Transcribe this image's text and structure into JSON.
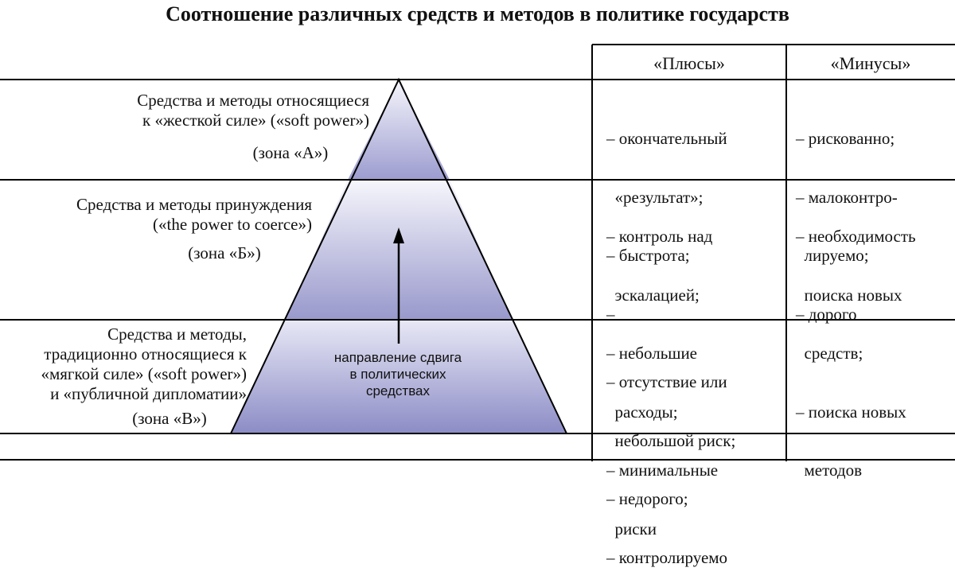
{
  "title": "Соотношение различных средств и методов в политике государств",
  "headers": {
    "plus": "«Плюсы»",
    "minus": "«Минусы»"
  },
  "zones": [
    {
      "label_lines": [
        "Средства и методы относящиеся",
        "к «жесткой силе» («soft power»)"
      ],
      "zone": "(зона «А»)",
      "plus": [
        "– окончательный",
        "  «результат»;",
        "– быстрота;",
        "–"
      ],
      "minus": [
        "– рискованно;",
        "– малоконтро-",
        "  лируемо;",
        "– дорого"
      ]
    },
    {
      "label_lines": [
        "Средства и методы принуждения",
        "(«the power to coerce»)"
      ],
      "zone": "(зона «Б»)",
      "plus": [
        "– контроль над",
        "  эскалацией;",
        "– небольшие",
        "  расходы;",
        "– минимальные",
        "  риски"
      ],
      "minus": [
        "– необходимость",
        "  поиска новых",
        "  средств;",
        "– поиска новых",
        "  методов"
      ]
    },
    {
      "label_lines": [
        "Средства и методы,",
        "традиционно относящиеся к",
        "«мягкой силе» («soft power»)",
        "и «публичной дипломатии»"
      ],
      "zone": "(зона «В»)",
      "plus": [
        "– отсутствие или",
        "  небольшой риск;",
        "– недорого;",
        "– контролируемо"
      ],
      "minus": []
    }
  ],
  "arrow_label_lines": [
    "направление сдвига",
    "в политических",
    "средствах"
  ],
  "colors": {
    "pyramid_top": "#f3f3fb",
    "pyramid_bottom": "#8f8fc8",
    "line": "#000000"
  }
}
